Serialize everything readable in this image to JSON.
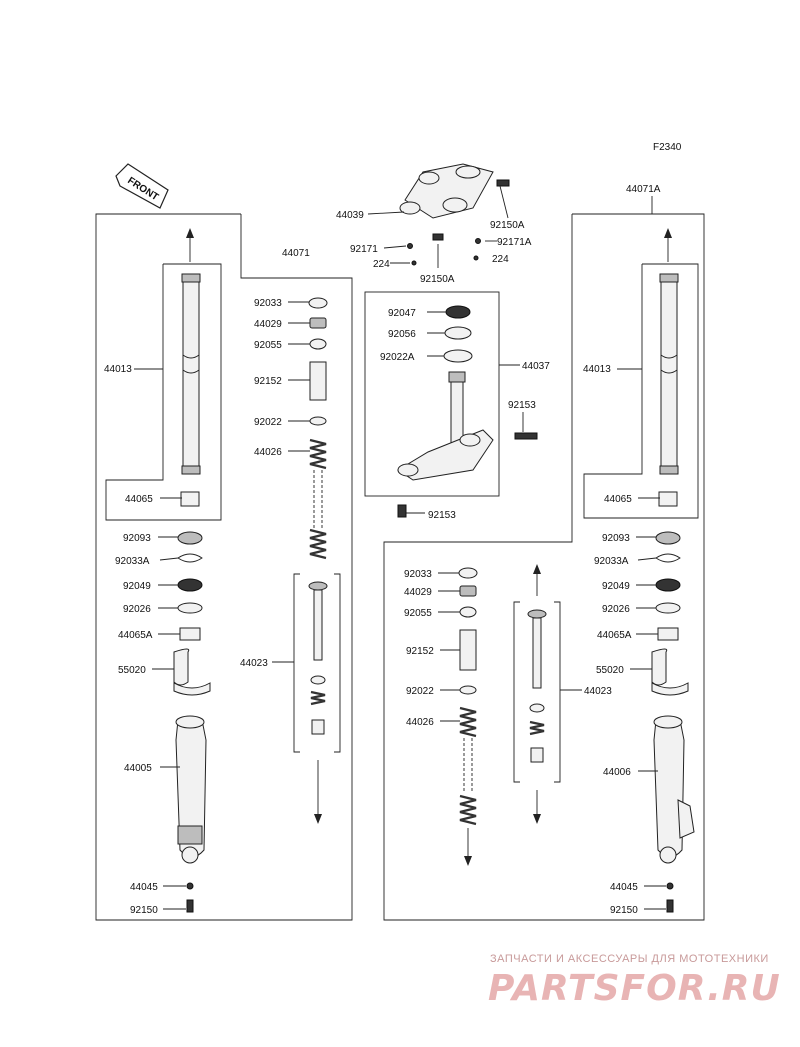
{
  "figure_code": "F2340",
  "front_label": "FRONT",
  "top_assembly": {
    "labels": [
      "44039",
      "92150A",
      "92171",
      "92171A",
      "224",
      "224",
      "92150A"
    ]
  },
  "left_fork": {
    "assembly": "44071",
    "outer_parts": [
      "44013",
      "44065",
      "92093",
      "92033A",
      "92049",
      "92026",
      "44065A",
      "55020",
      "44005",
      "44045",
      "92150"
    ],
    "inner_parts": [
      "92033",
      "44029",
      "92055",
      "92152",
      "92022",
      "44026",
      "44023"
    ]
  },
  "stem": {
    "assembly": "44037",
    "parts": [
      "92047",
      "92056",
      "92022A",
      "92153",
      "92153"
    ]
  },
  "right_fork": {
    "assembly": "44071A",
    "outer_parts": [
      "44013",
      "44065",
      "92093",
      "92033A",
      "92049",
      "92026",
      "44065A",
      "55020",
      "44006",
      "44045",
      "92150"
    ],
    "inner_parts": [
      "92033",
      "44029",
      "92055",
      "92152",
      "92022",
      "44026",
      "44023"
    ]
  },
  "watermark": {
    "subtitle": "ЗАПЧАСТИ И АКСЕССУАРЫ ДЛЯ МОТОТЕХНИКИ",
    "brand": "PARTSFOR.RU"
  }
}
